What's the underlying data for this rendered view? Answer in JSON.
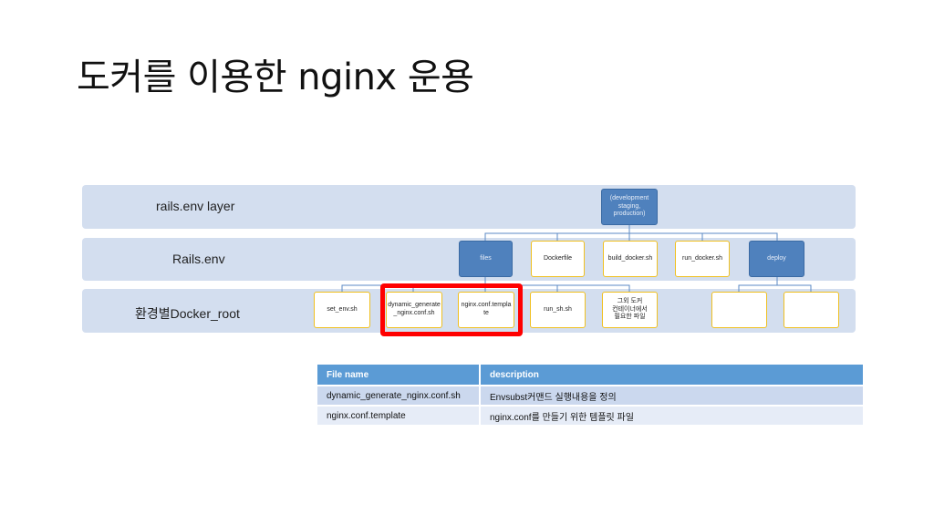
{
  "title": "도커를 이용한 nginx 운용",
  "layers": [
    {
      "label": "rails.env layer"
    },
    {
      "label": "Rails.env"
    },
    {
      "label": "환경별Docker_root"
    }
  ],
  "nodes": {
    "root": "(development\nstaging,\nproduction)",
    "files": "files",
    "dockerfile": "Dockerfile",
    "build_docker": "build_docker.sh",
    "run_docker": "run_docker.sh",
    "deploy": "deploy",
    "set_env": "set_env.sh",
    "dynamic_generate": "dynamic_generate\n_nginx.conf.sh",
    "nginx_template": "nginx.conf.templa\nte",
    "run_sh": "run_sh.sh",
    "other_files": "그외 도커\n컨테이너에서\n필요한 파일",
    "deploy_child_1": "",
    "deploy_child_2": ""
  },
  "table": {
    "headers": [
      "File name",
      "description"
    ],
    "rows": [
      [
        "dynamic_generate_nginx.conf.sh",
        "Envsubst커맨드 실행내용을 정의"
      ],
      [
        "nginx.conf.template",
        "nginx.conf를 만들기 위한 템플릿 파일"
      ]
    ]
  },
  "colors": {
    "band": "#d3deef",
    "node_blue": "#4f81bd",
    "node_border_yellow": "#f0c020",
    "highlight": "#ff0000",
    "table_header": "#5b9bd5"
  }
}
